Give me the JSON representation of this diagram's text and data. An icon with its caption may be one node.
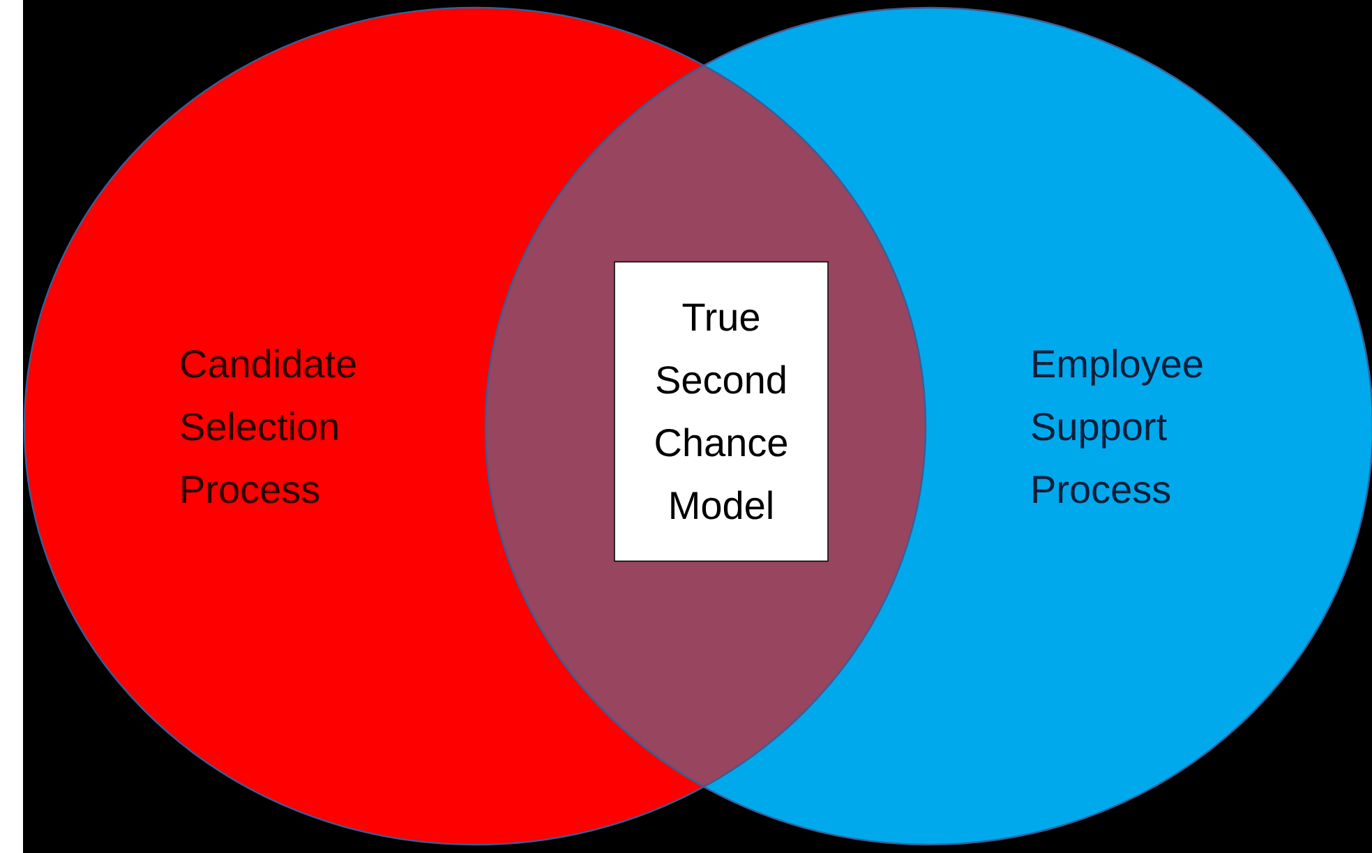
{
  "diagram": {
    "nodes": [
      {
        "text": [
          "Candidate Selection Process"
        ]
      },
      {
        "text": [
          "Employee Support Process"
        ]
      },
      {
        "text": [
          "True Second Chance Model"
        ]
      }
    ]
  }
}
